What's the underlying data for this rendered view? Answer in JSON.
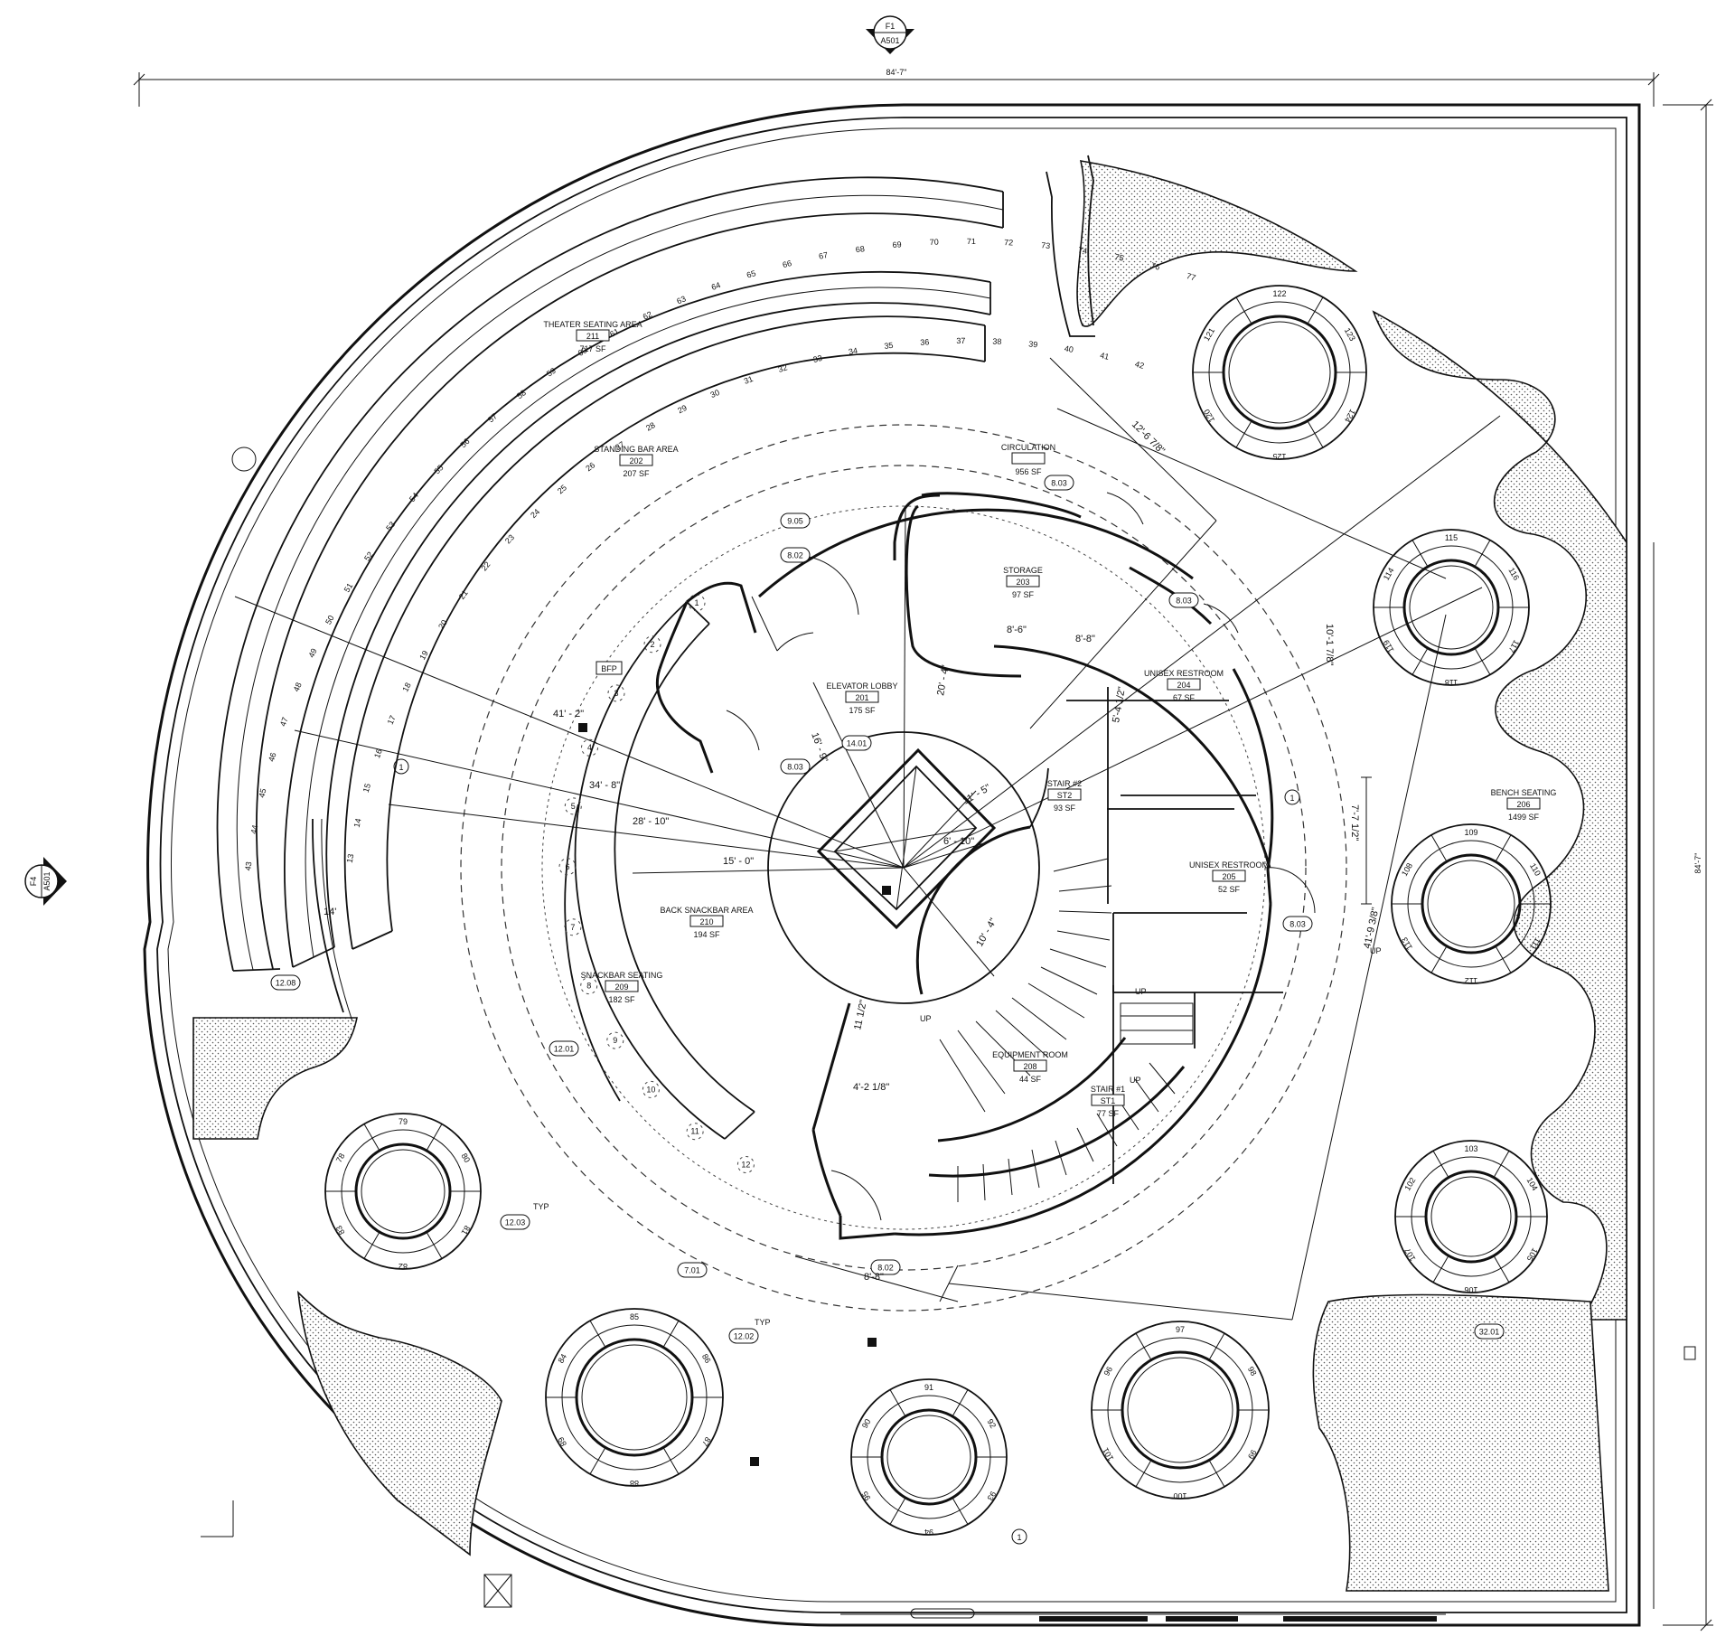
{
  "overall_width_dim": "84'-7\"",
  "overall_height_dim": "84'-7\"",
  "section_markers": [
    {
      "num": "F1",
      "sheet": "A501"
    },
    {
      "num": "F4",
      "sheet": "A501"
    }
  ],
  "rooms": [
    {
      "name": "THEATER SEATING AREA",
      "number": "211",
      "area": "717 SF"
    },
    {
      "name": "STANDING BAR AREA",
      "number": "202",
      "area": "207 SF"
    },
    {
      "name": "CIRCULATION",
      "number": "",
      "area": "956 SF"
    },
    {
      "name": "STORAGE",
      "number": "203",
      "area": "97 SF"
    },
    {
      "name": "ELEVATOR LOBBY",
      "number": "201",
      "area": "175 SF"
    },
    {
      "name": "UNISEX RESTROOM",
      "number": "204",
      "area": "67 SF"
    },
    {
      "name": "STAIR #2",
      "number": "ST2",
      "area": "93 SF"
    },
    {
      "name": "UNISEX RESTROOM",
      "number": "205",
      "area": "52 SF"
    },
    {
      "name": "BENCH SEATING",
      "number": "206",
      "area": "1499 SF"
    },
    {
      "name": "BACK SNACKBAR AREA",
      "number": "210",
      "area": "194 SF"
    },
    {
      "name": "SNACKBAR SEATING",
      "number": "209",
      "area": "182 SF"
    },
    {
      "name": "EQUIPMENT ROOM",
      "number": "208",
      "area": "44 SF"
    },
    {
      "name": "STAIR #1",
      "number": "ST1",
      "area": "77 SF"
    }
  ],
  "seat_numbers": {
    "outer_row": [
      "43",
      "44",
      "45",
      "46",
      "47",
      "48",
      "49",
      "50",
      "51",
      "52",
      "53",
      "54",
      "55",
      "56",
      "57",
      "58",
      "59",
      "60",
      "61",
      "62",
      "63",
      "64",
      "65",
      "66",
      "67",
      "68",
      "69",
      "70",
      "71",
      "72",
      "73",
      "74",
      "75",
      "76",
      "77"
    ],
    "inner_row": [
      "13",
      "14",
      "15",
      "16",
      "17",
      "18",
      "19",
      "20",
      "21",
      "22",
      "23",
      "24",
      "25",
      "26",
      "27",
      "28",
      "29",
      "30",
      "31",
      "32",
      "33",
      "34",
      "35",
      "36",
      "37",
      "38",
      "39",
      "40",
      "41",
      "42"
    ],
    "snackbar_stools": [
      "1",
      "2",
      "3",
      "4",
      "5",
      "6",
      "7",
      "8",
      "9",
      "10",
      "11",
      "12"
    ]
  },
  "table_groups": [
    [
      "121",
      "122",
      "123",
      "124",
      "125",
      "120"
    ],
    [
      "114",
      "115",
      "116",
      "117",
      "118",
      "119"
    ],
    [
      "108",
      "109",
      "110",
      "111",
      "112",
      "113"
    ],
    [
      "102",
      "103",
      "104",
      "105",
      "106",
      "107"
    ],
    [
      "96",
      "97",
      "98",
      "99",
      "100",
      "101"
    ],
    [
      "90",
      "91",
      "92",
      "93",
      "94",
      "95"
    ],
    [
      "84",
      "85",
      "86",
      "87",
      "88",
      "89"
    ],
    [
      "78",
      "79",
      "80",
      "81",
      "82",
      "83"
    ]
  ],
  "keynote_tags": [
    "9.05",
    "8.02",
    "8.03",
    "8.03",
    "8.03",
    "14.01",
    "8.03",
    "12.08",
    "12.01",
    "12.03",
    "7.01",
    "8.02",
    "12.02",
    "32.01"
  ],
  "typ_labels": [
    "TYP",
    "TYP"
  ],
  "bfp_label": "BFP",
  "up_labels": [
    "UP",
    "UP",
    "UP",
    "UP"
  ],
  "dimensions": {
    "d_12_6": "12'-6 7/8\"",
    "d_10_1": "10'-1 7/8\"",
    "d_7_7": "7'-7 1/2\"",
    "d_41_9": "41'-9 3/8\"",
    "d_41_2": "41' - 2\"",
    "d_34_8": "34' - 8\"",
    "d_28_10": "28' - 10\"",
    "d_15_0": "15' - 0\"",
    "d_20_4": "20' - 4\"",
    "d_16_9": "16' - 9\"",
    "d_11_5": "11' - 5\"",
    "d_6_10": "6' - 10\"",
    "d_10_4": "10' - 4\"",
    "d_11_12": "11 1/2\"",
    "d_4_2": "4'-2 1/8\"",
    "d_8_8a": "8'-8\"",
    "d_8_8b": "8'-8\"",
    "d_8_6": "8'-6\"",
    "d_5_4": "5'-4 1/2\"",
    "d_14": "14'"
  },
  "markers": {
    "column_mark": "1"
  },
  "colors": {
    "ink": "#111111",
    "paper": "#ffffff",
    "hatch": "#555555"
  }
}
